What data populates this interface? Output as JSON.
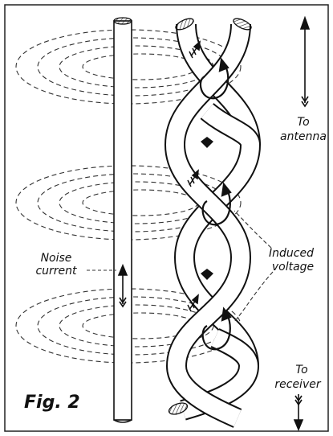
{
  "figure": {
    "label": "Fig. 2"
  },
  "labels": {
    "to_antenna": [
      "To",
      "antenna"
    ],
    "to_receiver": [
      "To",
      "receiver"
    ],
    "noise_current": [
      "Noise",
      "current"
    ],
    "induced_voltage": [
      "Induced",
      "voltage"
    ]
  },
  "colors": {
    "background": "#ffffff",
    "ink": "#111111",
    "frame": "#222222"
  }
}
